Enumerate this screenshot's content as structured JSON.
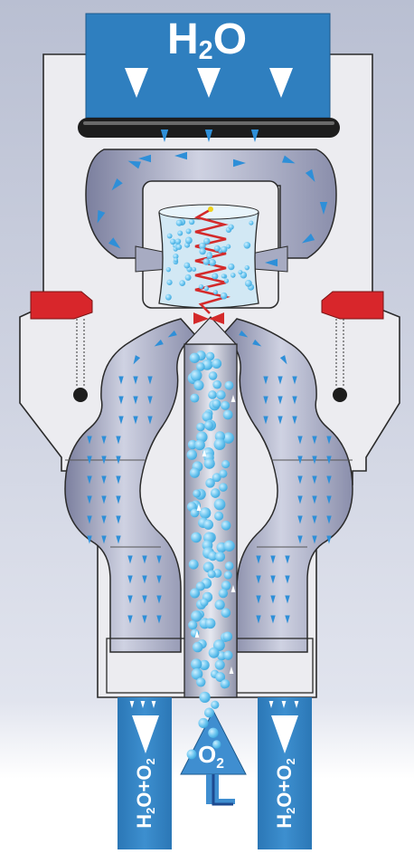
{
  "labels": {
    "inlet": "H",
    "inlet_sub": "2",
    "inlet_tail": "O",
    "outlet_left_a": "H",
    "outlet_left_sub1": "2",
    "outlet_left_b": "O+O",
    "outlet_left_sub2": "2",
    "outlet_right_a": "H",
    "outlet_right_sub1": "2",
    "outlet_right_b": "O+O",
    "outlet_right_sub2": "2",
    "gas_in": "O",
    "gas_in_sub": "2"
  },
  "colors": {
    "background_top": "#b9bfd2",
    "background_bottom": "#eef0f6",
    "body": "#ececf0",
    "outline": "#2a2a2a",
    "blue_port": "#2f7fbf",
    "arrow_blue": "#2e8fd8",
    "bubble": "#6cc6f0",
    "chamber_tube": "#9fa3bd",
    "seal_red": "#d8262b",
    "coil_red": "#d42a2a",
    "dark_ring": "#1d1d1d"
  }
}
